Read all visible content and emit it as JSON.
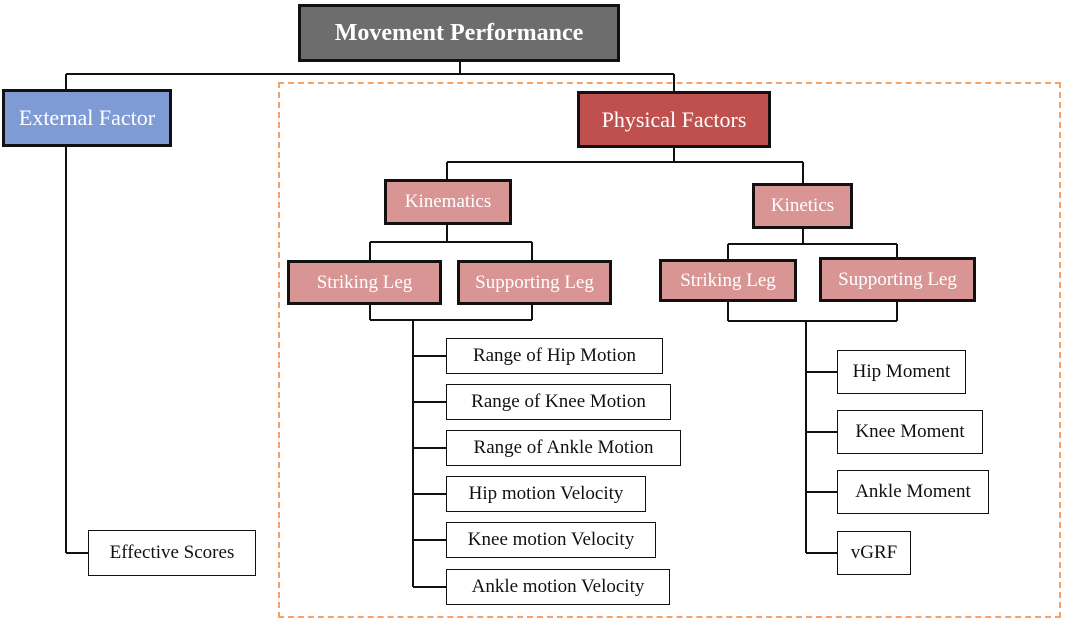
{
  "root": {
    "label": "Movement Performance"
  },
  "external": {
    "label": "External Factor",
    "child": "Effective Scores"
  },
  "physical": {
    "label": "Physical Factors"
  },
  "kinematics": {
    "label": "Kinematics",
    "striking": "Striking Leg",
    "supporting": "Supporting Leg",
    "items": [
      "Range of Hip Motion",
      "Range of Knee Motion",
      "Range of Ankle Motion",
      "Hip motion Velocity",
      "Knee motion Velocity",
      "Ankle motion Velocity"
    ]
  },
  "kinetics": {
    "label": "Kinetics",
    "striking": "Striking Leg",
    "supporting": "Supporting Leg",
    "items": [
      "Hip Moment",
      "Knee Moment",
      "Ankle Moment",
      "vGRF"
    ]
  },
  "colors": {
    "root": "#6d6d6d",
    "external": "#7f9bd6",
    "physical": "#c0504d",
    "sub": "#d99594",
    "dashed_border": "#f2a36b"
  }
}
